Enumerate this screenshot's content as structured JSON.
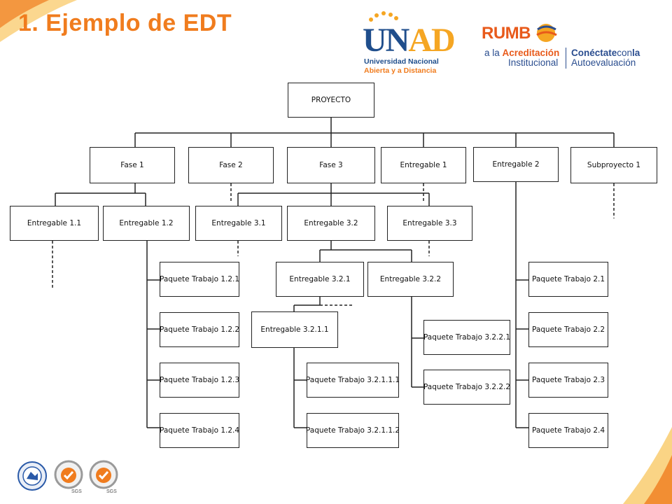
{
  "slide": {
    "title": "1. Ejemplo de EDT"
  },
  "logos": {
    "unad": {
      "name_u": "U",
      "name_n": "N",
      "name_ad": "AD",
      "line1": "Universidad Nacional",
      "line2": "Abierta y a Distancia"
    },
    "rumbo": {
      "word": "RUMB",
      "line1_prefix": "a la ",
      "line1_bold": "Acreditación",
      "line2": "Institucional",
      "right1_bold": "Conéctate",
      "right1_mid": "con",
      "right1_end": "la",
      "right2": "Autoevaluación"
    },
    "badges": {
      "sgs1": "SGS",
      "sgs2": "SGS"
    }
  },
  "colors": {
    "accent": "#f07c1e",
    "brand_blue": "#1f4e8c",
    "line": "#222222"
  },
  "edt": {
    "root": "PROYECTO",
    "level1": [
      "Fase 1",
      "Fase 2",
      "Fase 3",
      "Entregable 1",
      "Entregable 2",
      "Subproyecto 1"
    ],
    "fase1_children": [
      "Entregable 1.1",
      "Entregable 1.2"
    ],
    "fase3_children": [
      "Entregable 3.1",
      "Entregable 3.2",
      "Entregable 3.3"
    ],
    "e12_packages": [
      "Paquete Trabajo 1.2.1",
      "Paquete Trabajo 1.2.2",
      "Paquete Trabajo 1.2.3",
      "Paquete Trabajo 1.2.4"
    ],
    "e32_children": [
      "Entregable 3.2.1",
      "Entregable 3.2.2"
    ],
    "e321_children": [
      "Entregable 3.2.1.1"
    ],
    "e3211_packages": [
      "Paquete Trabajo 3.2.1.1.1",
      "Paquete Trabajo 3.2.1.1.2"
    ],
    "e322_packages": [
      "Paquete Trabajo 3.2.2.1",
      "Paquete Trabajo 3.2.2.2"
    ],
    "e2_packages": [
      "Paquete Trabajo 2.1",
      "Paquete Trabajo 2.2",
      "Paquete Trabajo 2.3",
      "Paquete Trabajo 2.4"
    ]
  }
}
